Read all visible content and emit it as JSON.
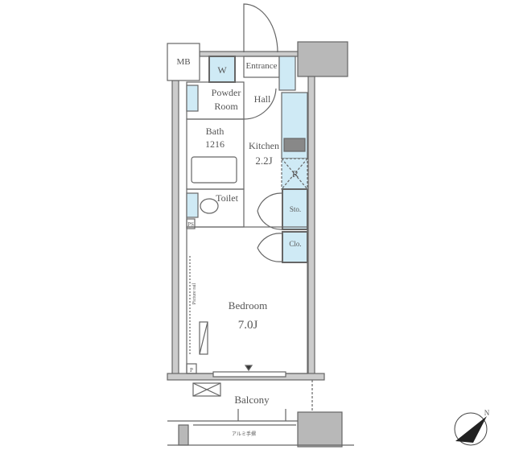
{
  "rooms": {
    "mb": "MB",
    "w": "W",
    "entrance": "Entrance",
    "powder_room": [
      "Powder",
      "Room"
    ],
    "hall": "Hall",
    "bath": [
      "Bath",
      "1216"
    ],
    "kitchen": [
      "Kitchen",
      "2.2J"
    ],
    "refrigerator": "R",
    "toilet": "Toilet",
    "storage": "Sto.",
    "closet": "Clo.",
    "ps": "PS",
    "picture_rail": "Picture rail",
    "bedroom": [
      "Bedroom",
      "7.0J"
    ],
    "p": "P",
    "balcony": "Balcony",
    "railing": "アルミ手摺"
  },
  "compass": {
    "label": "N",
    "icon": "north-arrow-icon"
  },
  "colors": {
    "wall": "#b5b5b5",
    "fixture": "#cfeaf5",
    "line": "#666666",
    "column": "#b0b0b0"
  }
}
